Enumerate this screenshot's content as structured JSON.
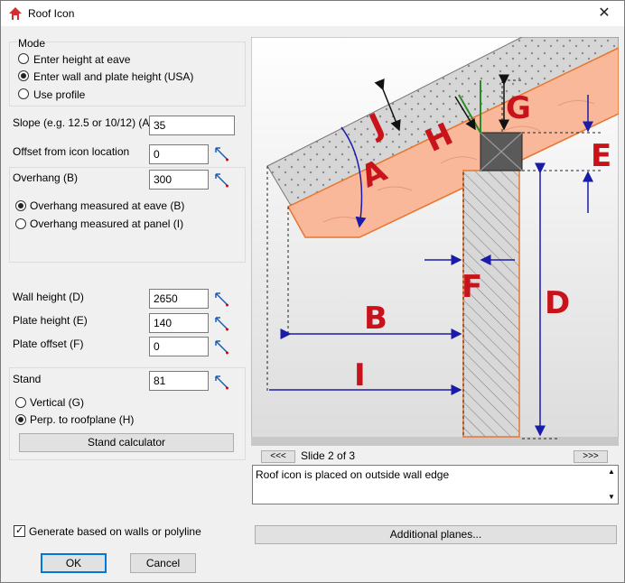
{
  "window": {
    "title": "Roof Icon",
    "close_glyph": "✕"
  },
  "mode": {
    "legend": "Mode",
    "options": [
      {
        "label": "Enter height at eave",
        "selected": false
      },
      {
        "label": "Enter wall and plate height (USA)",
        "selected": true
      },
      {
        "label": "Use profile",
        "selected": false
      }
    ]
  },
  "slope": {
    "label": "Slope (e.g. 12.5 or 10/12) (A)",
    "value": "35"
  },
  "offset": {
    "label": "Offset from icon location",
    "value": "0"
  },
  "overhang": {
    "label": "Overhang (B)",
    "value": "300",
    "options": [
      {
        "label": "Overhang measured at eave (B)",
        "selected": true
      },
      {
        "label": "Overhang measured at panel (I)",
        "selected": false
      }
    ]
  },
  "wall_height": {
    "label": "Wall height (D)",
    "value": "2650"
  },
  "plate_height": {
    "label": "Plate height (E)",
    "value": "140"
  },
  "plate_offset": {
    "label": "Plate offset (F)",
    "value": "0"
  },
  "stand": {
    "label": "Stand",
    "value": "81",
    "options": [
      {
        "label": "Vertical (G)",
        "selected": false
      },
      {
        "label": "Perp. to roofplane (H)",
        "selected": true
      }
    ],
    "calculator_label": "Stand calculator"
  },
  "generate": {
    "label": "Generate based on walls or polyline",
    "checked": true,
    "check_glyph": "✓"
  },
  "buttons": {
    "ok": "OK",
    "cancel": "Cancel",
    "additional_planes": "Additional planes..."
  },
  "slides": {
    "prev": "<<<",
    "next": ">>>",
    "caption": "Slide 2 of 3"
  },
  "description": "Roof icon is placed on outside wall edge",
  "diagram": {
    "letters": {
      "A": "A",
      "B": "B",
      "D": "D",
      "E": "E",
      "F": "F",
      "G": "G",
      "H": "H",
      "I": "I",
      "J": "J"
    },
    "colors": {
      "letter": "#c8131b",
      "rafter": "#f9b89a",
      "rafter_edge": "#e8752f",
      "roof": "#d4d4d4",
      "dim": "#1b1baa",
      "post": "#5a5a5a",
      "stand": "#2a8a2a"
    }
  },
  "icons": {
    "app": "roof-app-icon",
    "pick": "pick-from-drawing-icon"
  }
}
